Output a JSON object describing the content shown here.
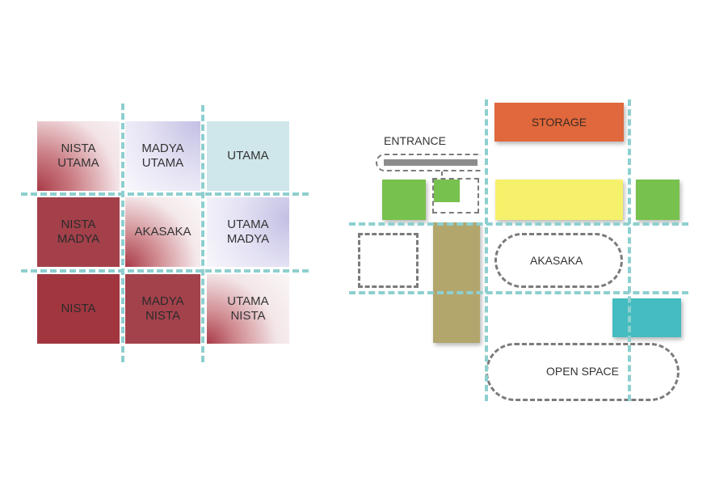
{
  "left_grid": {
    "cells": [
      {
        "label": "NISTA\nUTAMA"
      },
      {
        "label": "MADYA\nUTAMA"
      },
      {
        "label": "UTAMA"
      },
      {
        "label": "NISTA\nMADYA"
      },
      {
        "label": "AKASAKA"
      },
      {
        "label": "UTAMA\nMADYA"
      },
      {
        "label": "NISTA"
      },
      {
        "label": "MADYA\nNISTA"
      },
      {
        "label": "UTAMA\nNISTA"
      }
    ]
  },
  "right_plan": {
    "storage_label": "STORAGE",
    "entrance_label": "ENTRANCE",
    "akasaka_label": "AKASAKA",
    "open_space_label": "OPEN SPACE"
  },
  "colors": {
    "nista": "#a1363f",
    "utama": "#cfe7ea",
    "madya": "#c9c6e6",
    "grid_line": "#8ecfcf",
    "storage": "#e0683c",
    "service_yellow": "#f6f16b",
    "green": "#77c14e",
    "olive": "#b2a66d",
    "teal": "#45bcc0",
    "outline": "#7b7b7b"
  }
}
